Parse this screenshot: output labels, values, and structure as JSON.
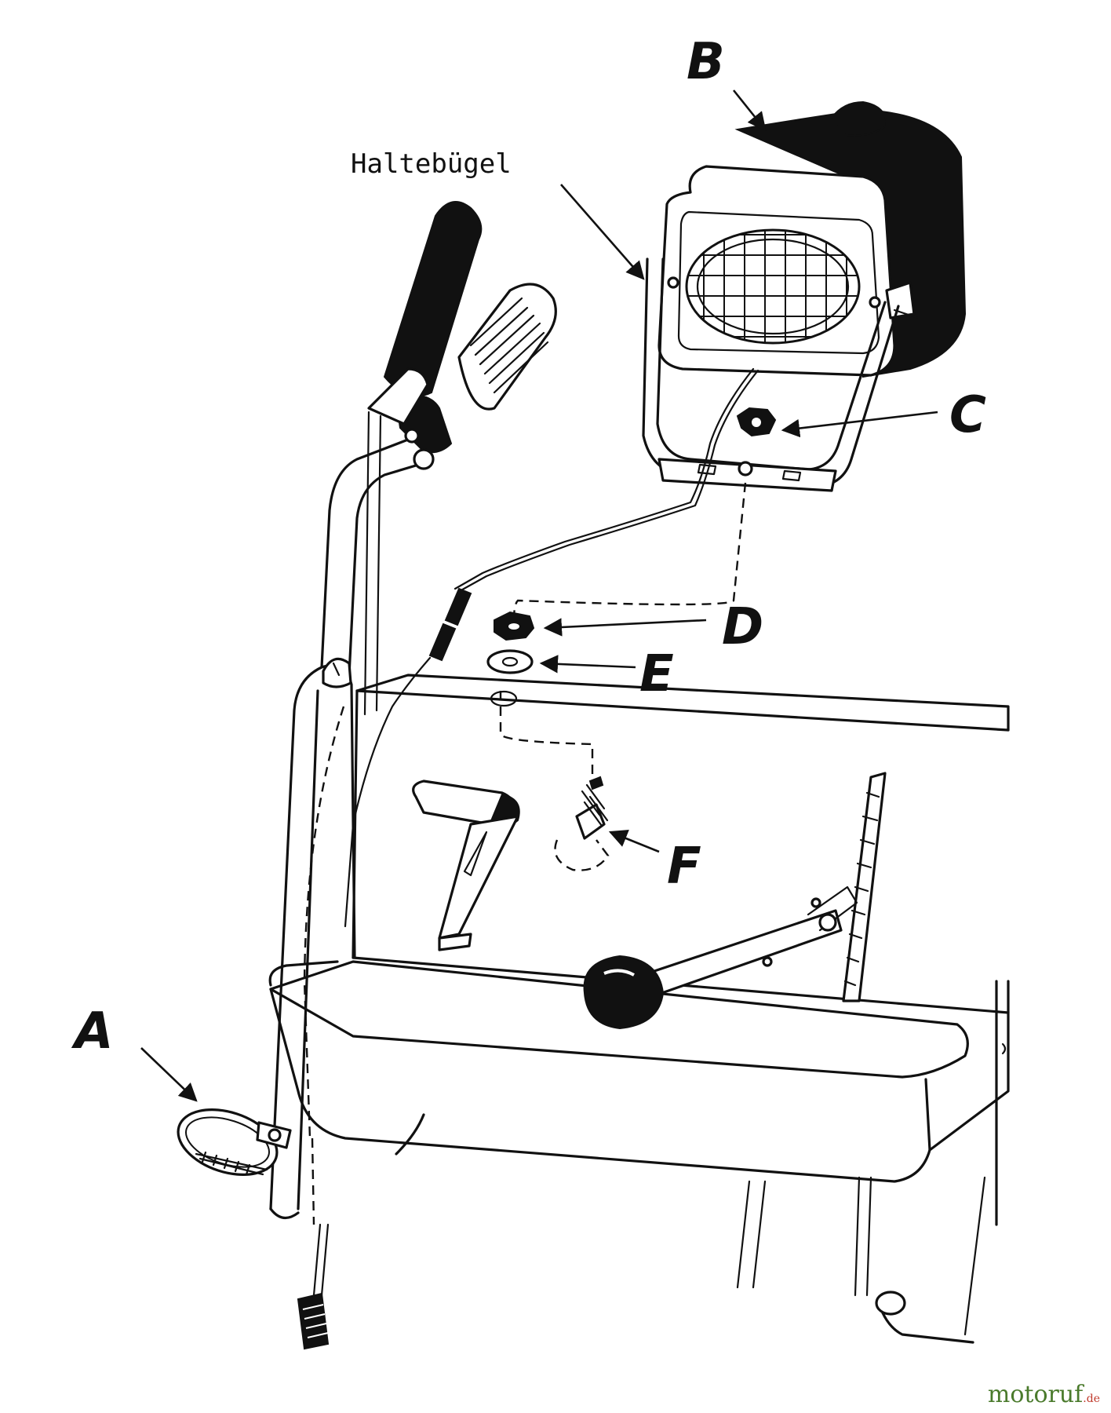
{
  "labels": {
    "haltebuegel": "Haltebügel",
    "a": "A",
    "b": "B",
    "c": "C",
    "d": "D",
    "e": "E",
    "f": "F"
  },
  "watermark": {
    "name": "motoruf",
    "tld": ".de"
  },
  "colors": {
    "ink": "#111111",
    "watermark_green": "#4a7a2c",
    "watermark_red": "#c0392b"
  }
}
